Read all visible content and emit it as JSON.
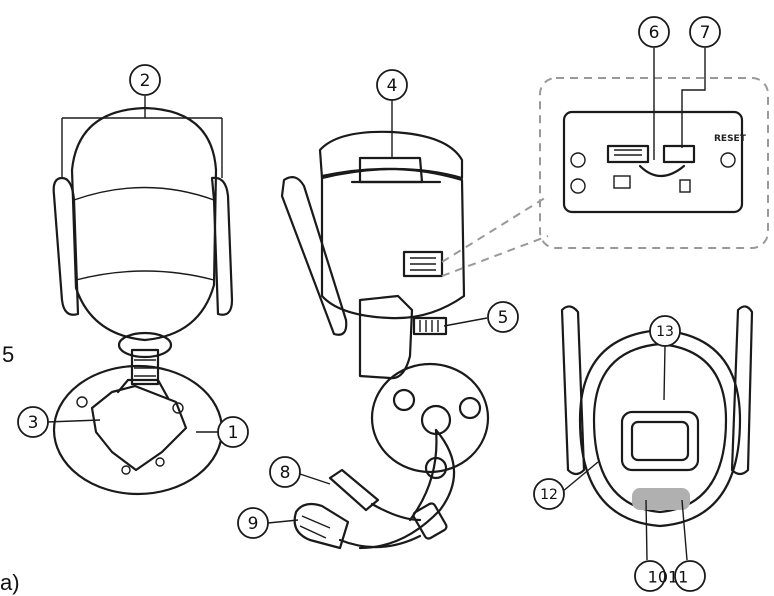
{
  "figure": {
    "edge_left_text": "5",
    "edge_bottom_text": "a)",
    "panel_text": "RESET",
    "callouts": [
      "1",
      "2",
      "3",
      "4",
      "5",
      "6",
      "7",
      "8",
      "9",
      "10",
      "11",
      "12",
      "13"
    ],
    "bottom_combined_label": "1011"
  },
  "colors": {
    "line": "#1a1a1a",
    "shade": "#d9d9d9",
    "lens_band": "#b0b0b0",
    "dash": "#999999",
    "background": "#ffffff"
  }
}
